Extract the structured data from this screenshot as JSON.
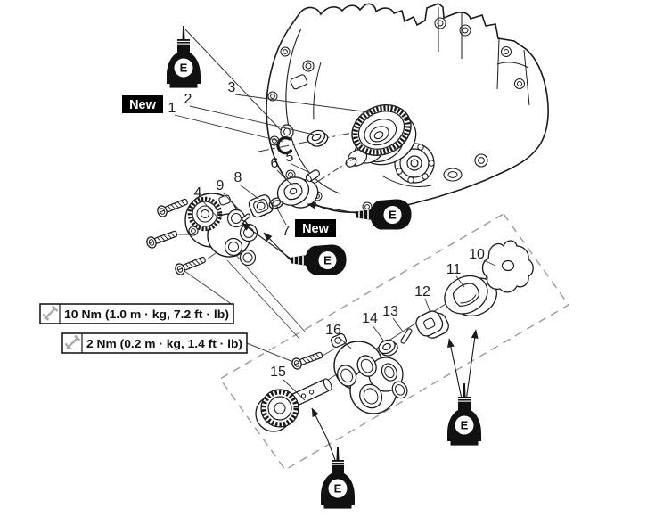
{
  "diagram": {
    "background": "#ffffff",
    "ink_color": "#1a1a1a",
    "dash_color": "#9a9a9a",
    "badge_bg": "#000000",
    "badge_fg": "#ffffff"
  },
  "part_labels": [
    {
      "num": "1"
    },
    {
      "num": "2"
    },
    {
      "num": "3"
    },
    {
      "num": "4"
    },
    {
      "num": "5"
    },
    {
      "num": "6"
    },
    {
      "num": "7"
    },
    {
      "num": "8"
    },
    {
      "num": "9"
    },
    {
      "num": "10"
    },
    {
      "num": "11"
    },
    {
      "num": "12"
    },
    {
      "num": "13"
    },
    {
      "num": "14"
    },
    {
      "num": "15"
    },
    {
      "num": "16"
    }
  ],
  "new_badges": [
    {
      "text": "New"
    },
    {
      "text": "New"
    }
  ],
  "torque_specs": [
    {
      "text": "10 Nm (1.0 m · kg, 7.2 ft · lb)",
      "icon": "torque-wrench-icon"
    },
    {
      "text": "2 Nm (0.2 m · kg, 1.4 ft · lb)",
      "icon": "torque-wrench-icon"
    }
  ],
  "oil_symbols": [
    {
      "letter": "E",
      "icon": "oil-can-icon",
      "style": "upright"
    },
    {
      "letter": "E",
      "icon": "oil-can-icon",
      "style": "side"
    },
    {
      "letter": "E",
      "icon": "oil-can-icon",
      "style": "side"
    },
    {
      "letter": "E",
      "icon": "oil-can-icon",
      "style": "upright"
    },
    {
      "letter": "E",
      "icon": "oil-can-icon",
      "style": "upright"
    }
  ]
}
